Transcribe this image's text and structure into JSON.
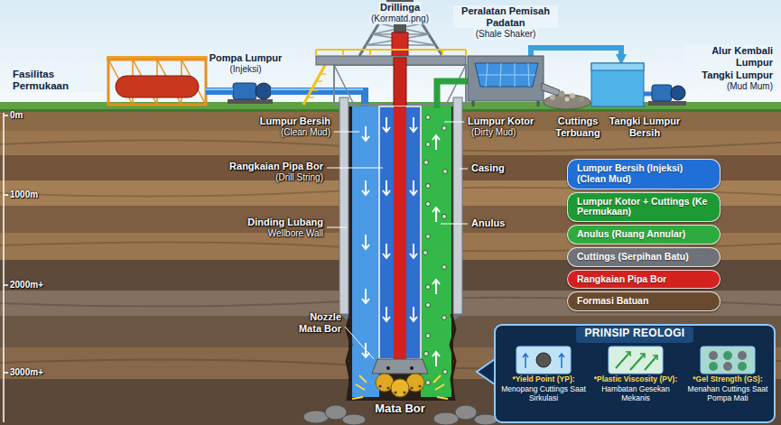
{
  "diagram": {
    "nodes": [
      {
        "text": [
          "PRINSIP REOLOGI"
        ]
      },
      {
        "text": [
          "*Yield Point (YP):",
          "Menopang Cuttings Saat Sirkulasi"
        ],
        "in": 0
      },
      {
        "text": [
          "*Plastic Viscosity (PV):",
          "Hambatan Gesekan Mekanis"
        ],
        "in": 0
      },
      {
        "text": [
          "*Gel Strength (GS):",
          "Menahan Cuttings Saat Pompa Mati"
        ],
        "in": 0
      }
    ],
    "labels": [
      "Drillinga",
      "(Kormatd.png)",
      "Peralatan Pemisah Padatan",
      "(Shale Shaker)",
      "Pompa Lumpur",
      "(Injeksi)",
      "Alur Kembali Lumpur",
      "Tangki Lumpur",
      "(Mud Mum)",
      "Fasilitas Permukaan",
      "0m",
      "1000m",
      "2000m+",
      "3000m+",
      "Lumpur Bersih",
      "(Clean Mud)",
      "Lumpur Kotor",
      "(Dirty Mud)",
      "Cuttings Terbuang",
      "Tangki Lumpur Bersih",
      "Rangkaian Pipa Bor",
      "(Drill String)",
      "Casing",
      "Dinding Lubang",
      "Wellbore Wall",
      "Anulus",
      "Nozzle",
      "Mata Bor",
      "Mata Bor"
    ],
    "legend": [
      {
        "text": "Lumpur Bersih (Injeksi) (Clean Mud)",
        "color": "#1f6fd6"
      },
      {
        "text": "Lumpur Kotor + Cuttings (Ke Permukaan)",
        "color": "#1e9a34"
      },
      {
        "text": "Anulus (Ruang Annular)",
        "color": "#2eaa3e"
      },
      {
        "text": "Cuttings (Serpihan Batu)",
        "color": "#6f7278"
      },
      {
        "text": "Rangkaian Pipa Bor",
        "color": "#d3211f"
      },
      {
        "text": "Formasi Batuan",
        "color": "#6a4a2f"
      }
    ]
  }
}
